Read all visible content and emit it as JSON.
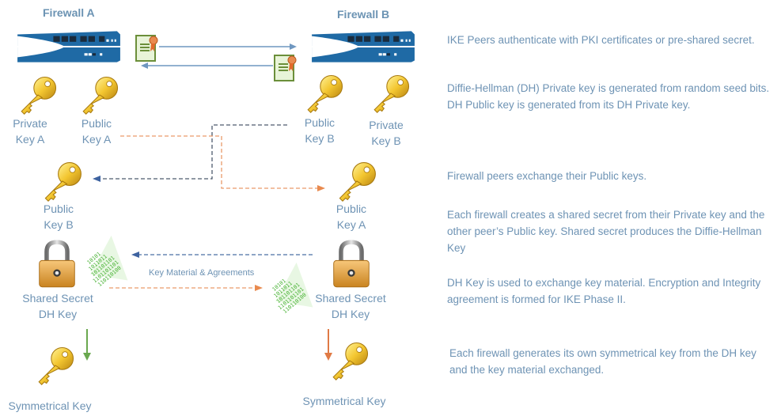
{
  "firewalls": {
    "a": {
      "title": "Firewall A"
    },
    "b": {
      "title": "Firewall B"
    }
  },
  "keys": {
    "private_a": "Private\nKey A",
    "public_a": "Public\nKey A",
    "public_b": "Public\nKey B",
    "private_b": "Private\nKey B",
    "recv_public_b": "Public\nKey B",
    "recv_public_a": "Public\nKey A",
    "shared_a": "Shared Secret\nDH Key",
    "shared_b": "Shared Secret\nDH Key",
    "sym_a": "Symmetrical Key",
    "sym_b": "Symmetrical Key"
  },
  "labels": {
    "key_material": "Key Material & Agreements"
  },
  "descriptions": [
    "IKE Peers authenticate with PKI certificates or pre-shared secret.",
    "Diffie-Hellman (DH) Private key is generated from random seed bits. DH Public key is generated from its DH Private key.",
    "Firewall peers exchange their Public keys.",
    "Each firewall creates a shared secret from their Private key and the other peer’s Public key. Shared secret produces the Diffie-Hellman Key",
    "DH Key is used to exchange key material. Encryption and Integrity agreement is formed for IKE Phase II.",
    "Each firewall generates its own symmetrical key from the DH key and the key material exchanged."
  ],
  "colors": {
    "text": "#6e93b4",
    "blue_arrow": "#4a6fa5",
    "orange_arrow": "#e98a4f",
    "green_arrow": "#6aa84f",
    "firewall_blue": "#1f6aa5",
    "key_gold": "#f2c230"
  }
}
